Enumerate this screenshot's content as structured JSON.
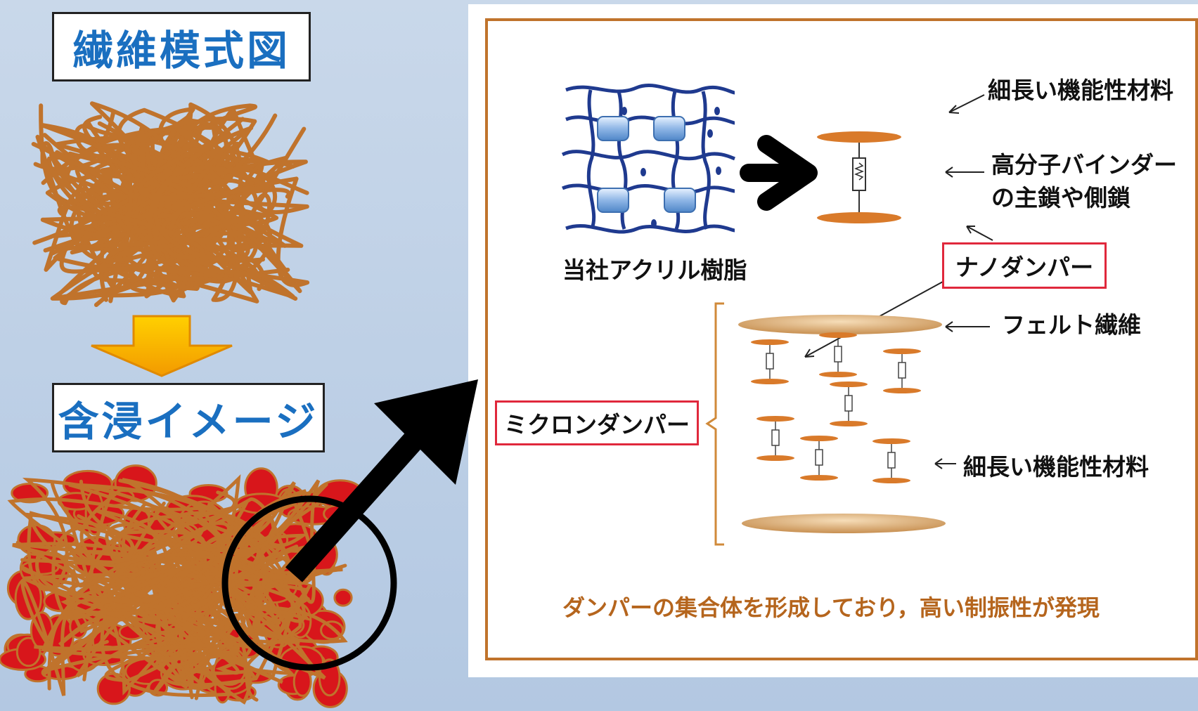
{
  "titles": {
    "fiber_model": "繊維模式図",
    "impregnation": "含浸イメージ"
  },
  "labels": {
    "acrylic_resin": "当社アクリル樹脂",
    "long_material_top": "細長い機能性材料",
    "polymer_binder_line1": "高分子バインダー",
    "polymer_binder_line2": "の主鎖や側鎖",
    "nano_damper": "ナノダンパー",
    "felt_fiber": "フェルト繊維",
    "micron_damper": "ミクロンダンパー",
    "long_material_bottom": "細長い機能性材料",
    "caption": "ダンパーの集合体を形成しており，高い制振性が発現"
  },
  "colors": {
    "title_text": "#1a6fc0",
    "fiber": "#c0732c",
    "resin_blob": "#d8161b",
    "chain_blue": "#1f3a8f",
    "caption": "#b5651d",
    "red_box": "#e0283c",
    "down_arrow": "#f4b400"
  }
}
